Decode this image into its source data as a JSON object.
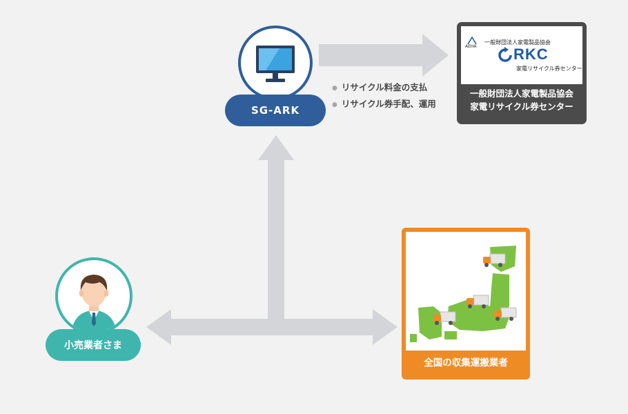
{
  "sg_ark": {
    "label": "SG-ARK",
    "icon": "monitor-icon",
    "bullets": [
      "リサイクル料金の支払",
      "リサイクル券手配、運用"
    ]
  },
  "rkc": {
    "logo_org_small": "一般財団法人家電製品協会",
    "logo_mark_text": "AEHA",
    "logo_word": "RKC",
    "logo_center": "家電リサイクル券センター",
    "caption_line1": "一般財団法人家電製品協会",
    "caption_line2": "家電リサイクル券センター"
  },
  "retailer": {
    "label": "小売業者さま",
    "icon": "person-icon"
  },
  "carriers": {
    "label": "全国の収集運搬業者",
    "icon": "japan-map-icon"
  },
  "colors": {
    "sg_blue": "#2f5e9b",
    "teal": "#3fb6ad",
    "orange": "#ef8b25",
    "arrow_gray": "#d3d5d8",
    "card_dark": "#4b4b4b"
  }
}
